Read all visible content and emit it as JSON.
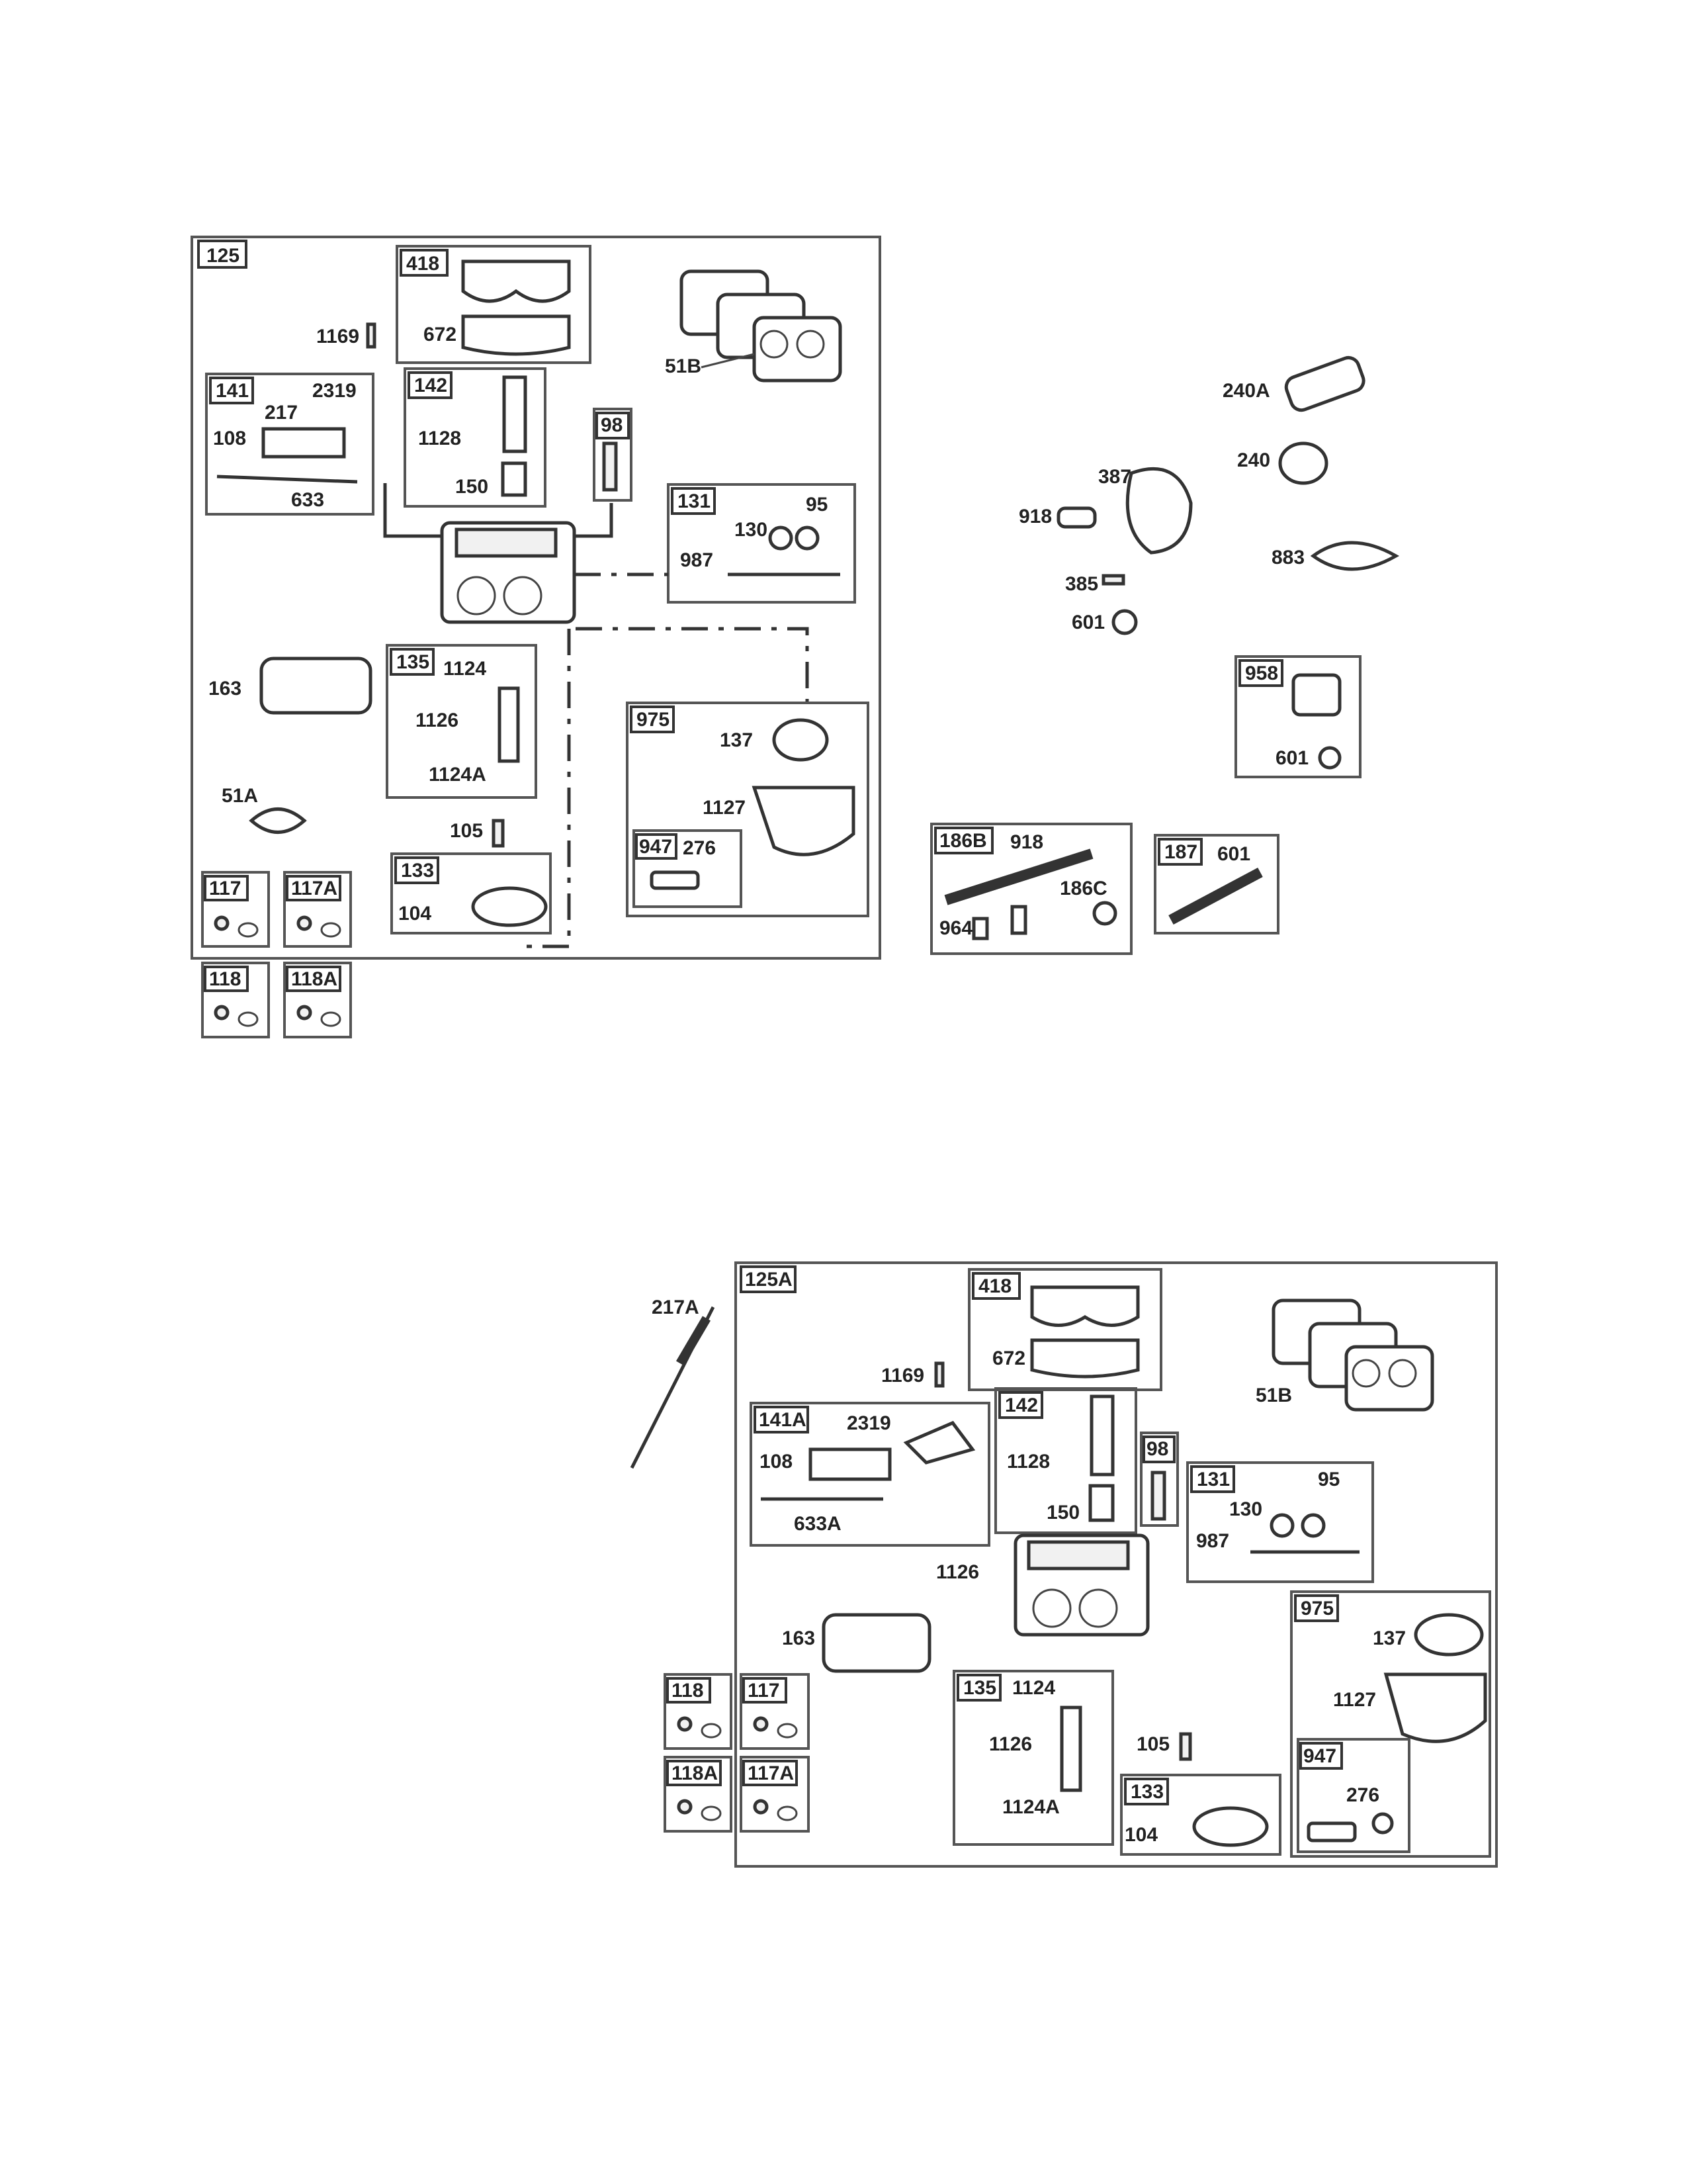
{
  "labels": {
    "sec1": {
      "box_125": "125",
      "box_418": "418",
      "p_672": "672",
      "p_1169": "1169",
      "p_51B": "51B",
      "box_141": "141",
      "p_2319": "2319",
      "p_217": "217",
      "p_108": "108",
      "p_633": "633",
      "box_142": "142",
      "p_1128": "1128",
      "p_150": "150",
      "box_98": "98",
      "box_131": "131",
      "p_95": "95",
      "p_130": "130",
      "p_987": "987",
      "p_163": "163",
      "box_135": "135",
      "p_1124": "1124",
      "p_1126": "1126",
      "p_1124A": "1124A",
      "p_51A": "51A",
      "p_105": "105",
      "box_133": "133",
      "p_104": "104",
      "box_975": "975",
      "p_137": "137",
      "p_1127": "1127",
      "box_947": "947",
      "p_276": "276",
      "box_117": "117",
      "box_117A": "117A",
      "box_118": "118",
      "box_118A": "118A"
    },
    "sec2": {
      "p_240A": "240A",
      "p_240": "240",
      "p_387": "387",
      "p_918": "918",
      "p_883": "883",
      "p_385": "385",
      "p_601": "601",
      "box_958": "958",
      "p_601b": "601",
      "box_186B": "186B",
      "p_918b": "918",
      "p_964": "964",
      "p_186C": "186C",
      "box_187": "187",
      "p_601c": "601"
    },
    "sec3": {
      "p_217A": "217A",
      "box_125A": "125A",
      "box_418": "418",
      "p_672": "672",
      "p_1169": "1169",
      "p_51B": "51B",
      "box_141A": "141A",
      "p_2319": "2319",
      "p_108": "108",
      "p_633A": "633A",
      "box_142": "142",
      "p_1128": "1128",
      "p_150": "150",
      "box_98": "98",
      "box_131": "131",
      "p_95": "95",
      "p_130": "130",
      "p_987": "987",
      "p_1126a": "1126",
      "p_163": "163",
      "box_975": "975",
      "p_137": "137",
      "p_1127": "1127",
      "box_135": "135",
      "p_1124": "1124",
      "p_1126": "1126",
      "p_1124A": "1124A",
      "p_105": "105",
      "box_133": "133",
      "p_104": "104",
      "box_947": "947",
      "p_276": "276",
      "box_118": "118",
      "box_117": "117",
      "box_118A": "118A",
      "box_117A": "117A"
    }
  }
}
